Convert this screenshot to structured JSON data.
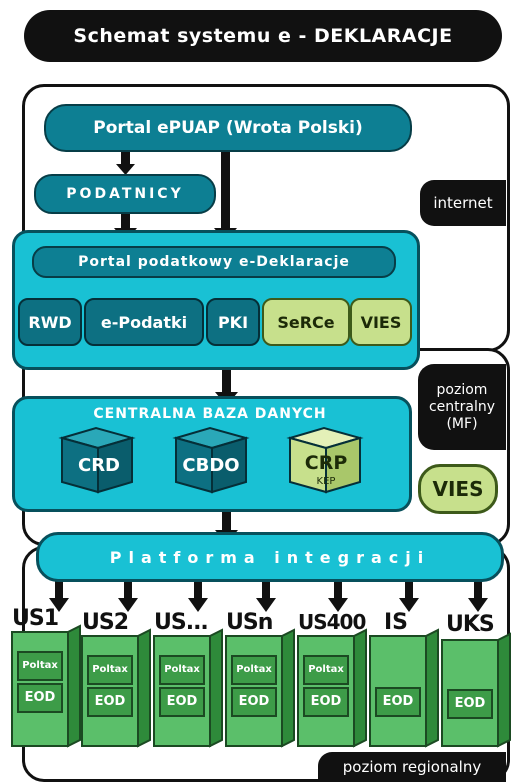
{
  "title": "Schemat systemu e - DEKLARACJE",
  "portal_epuap": "Portal ePUAP (Wrota Polski)",
  "podatnicy": "PODATNICY",
  "portal_podatkowy": "Portal podatkowy e-Deklaracje",
  "modules": [
    "RWD",
    "e-Podatki",
    "PKI",
    "SeRCe",
    "VIES"
  ],
  "central_db_title": "CENTRALNA BAZA DANYCH",
  "databases": [
    "CRD",
    "CBDO",
    "CRP"
  ],
  "crp_sub": "KEP",
  "vies_outside": "VIES",
  "platforma": "Platforma integracji",
  "zones": {
    "internet": "internet",
    "central_l1": "poziom",
    "central_l2": "centralny",
    "central_l3": "(MF)",
    "regional": "poziom regionalny"
  },
  "offices": [
    {
      "name": "US1",
      "poltax": "Poltax",
      "eod": "EOD"
    },
    {
      "name": "US2",
      "poltax": "Poltax",
      "eod": "EOD"
    },
    {
      "name": "US...",
      "poltax": "Poltax",
      "eod": "EOD"
    },
    {
      "name": "USn",
      "poltax": "Poltax",
      "eod": "EOD"
    },
    {
      "name": "US400",
      "poltax": "Poltax",
      "eod": "EOD"
    },
    {
      "name": "IS",
      "eod": "EOD"
    },
    {
      "name": "UKS",
      "eod": "EOD"
    }
  ],
  "colors": {
    "teal_dark": "#0d7f93",
    "cyan": "#19c1d4",
    "green": "#c7e08c",
    "office_green": "#5bbf6a",
    "black": "#111111"
  }
}
